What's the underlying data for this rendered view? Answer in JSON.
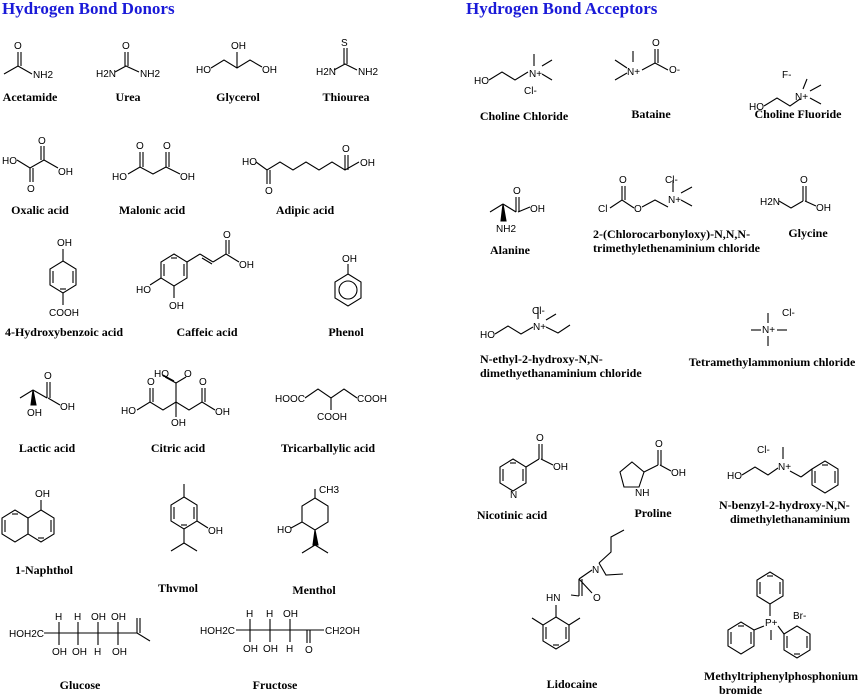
{
  "donors": {
    "title": "Hydrogen Bond Donors",
    "names": {
      "acetamide": "Acetamide",
      "urea": "Urea",
      "glycerol": "Glycerol",
      "thiourea": "Thiourea",
      "oxalic": "Oxalic acid",
      "malonic": "Malonic acid",
      "adipic": "Adipic acid",
      "hydroxybenzoic": "4-Hydroxybenzoic acid",
      "caffeic": "Caffeic acid",
      "phenol": "Phenol",
      "lactic": "Lactic acid",
      "citric": "Citric acid",
      "tricarballylic": "Tricarballylic acid",
      "naphthol": "1-Naphthol",
      "thymol": "Thvmol",
      "menthol": "Menthol",
      "glucose": "Glucose",
      "fructose": "Fructose"
    }
  },
  "acceptors": {
    "title": "Hydrogen Bond Acceptors",
    "names": {
      "choline_chloride": "Choline Chloride",
      "betaine": "Bataine",
      "choline_fluoride": "Choline Fluoride",
      "alanine": "Alanine",
      "chlorocarbonyloxy_1": "2-(Chlorocarbonyloxy)-N,N,N-",
      "chlorocarbonyloxy_2": "trimethylethenaminium chloride",
      "glycine": "Glycine",
      "ethyl_hydroxy_1": "N-ethyl-2-hydroxy-N,N-",
      "ethyl_hydroxy_2": "dimethyethanaminium chloride",
      "tetramethylammonium": "Tetramethylammonium chloride",
      "nicotinic": "Nicotinic acid",
      "proline": "Proline",
      "benzyl_hydroxy_1": "N-benzyl-2-hydroxy-N,N-",
      "benzyl_hydroxy_2": "dimethylethanaminium",
      "lidocaine": "Lidocaine",
      "phosphonium_1": "Methyltriphenylphosphonium",
      "phosphonium_2": "bromide"
    }
  },
  "atoms": {
    "O": "O",
    "OH": "OH",
    "HO": "HO",
    "NH2": "NH2",
    "H2N": "H2N",
    "S": "S",
    "N": "N",
    "Nplus": "N+",
    "Cl": "Cl",
    "Clminus": "Cl-",
    "Fminus": "F-",
    "Ominus": "O-",
    "COOH": "COOH",
    "HOOC": "HOOC",
    "H": "H",
    "HN": "HN",
    "NH": "NH",
    "Pplus": "P+",
    "Brminus": "Br-",
    "HOH2C": "HOH2C",
    "CH2OH": "CH2OH",
    "CH3": "CH3"
  }
}
